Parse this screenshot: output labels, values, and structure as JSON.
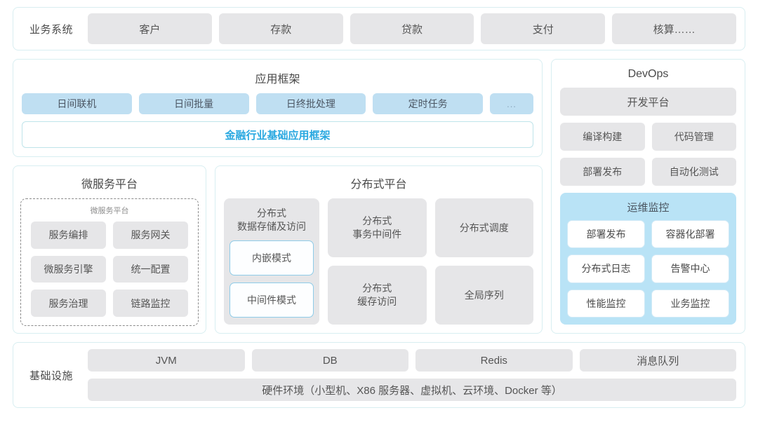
{
  "business_systems": {
    "label": "业务系统",
    "items": [
      "客户",
      "存款",
      "贷款",
      "支付",
      "核算……"
    ]
  },
  "app_framework": {
    "title": "应用框架",
    "tags": [
      "日间联机",
      "日间批量",
      "日终批处理",
      "定时任务"
    ],
    "ellipsis_tag": "...",
    "base_framework": "金融行业基础应用框架",
    "accent_color": "#29a8e0",
    "tag_color": "#bfdff2"
  },
  "microservice_platform": {
    "title": "微服务平台",
    "inner_title": "微服务平台",
    "items": [
      "服务编排",
      "服务网关",
      "微服务引擎",
      "统一配置",
      "服务治理",
      "链路监控"
    ]
  },
  "distributed_platform": {
    "title": "分布式平台",
    "storage_column": {
      "title": "分布式\n数据存储及访问",
      "title_line1": "分布式",
      "title_line2": "数据存储及访问",
      "modes": [
        "内嵌模式",
        "中间件模式"
      ]
    },
    "tiles": [
      {
        "line1": "分布式",
        "line2": "事务中间件"
      },
      {
        "line1": "分布式调度",
        "line2": ""
      },
      {
        "line1": "分布式",
        "line2": "缓存访问"
      },
      {
        "line1": "全局序列",
        "line2": ""
      }
    ]
  },
  "devops": {
    "title": "DevOps",
    "platform": "开发平台",
    "items": [
      "编译构建",
      "代码管理",
      "部署发布",
      "自动化测试"
    ],
    "ops_monitoring": {
      "title": "运维监控",
      "items": [
        "部署发布",
        "容器化部署",
        "分布式日志",
        "告警中心",
        "性能监控",
        "业务监控"
      ],
      "panel_color": "#b9e3f6"
    }
  },
  "infrastructure": {
    "label": "基础设施",
    "items": [
      "JVM",
      "DB",
      "Redis",
      "消息队列"
    ],
    "hardware": "硬件环境（小型机、X86 服务器、虚拟机、云环境、Docker 等）"
  },
  "theme": {
    "card_border": "#d8eef1",
    "gray_chip": "#e6e6e8",
    "background": "#ffffff"
  }
}
